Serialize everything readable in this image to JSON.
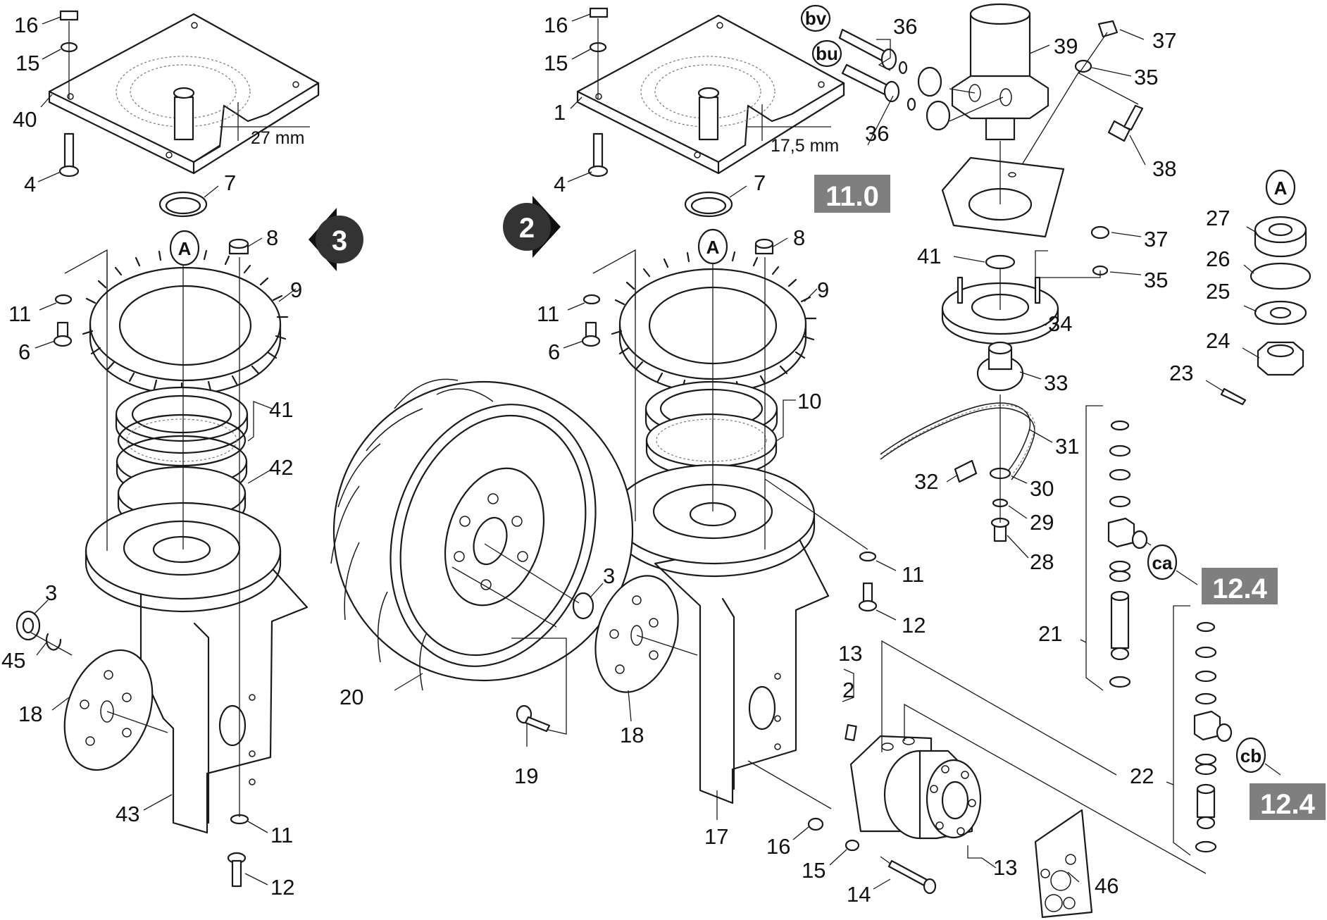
{
  "part_labels": [
    {
      "id": "p16a",
      "text": "16"
    },
    {
      "id": "p15a",
      "text": "15"
    },
    {
      "id": "p40",
      "text": "40"
    },
    {
      "id": "p4a",
      "text": "4"
    },
    {
      "id": "p7a",
      "text": "7"
    },
    {
      "id": "p8a",
      "text": "8"
    },
    {
      "id": "p9a",
      "text": "9"
    },
    {
      "id": "p11a",
      "text": "11"
    },
    {
      "id": "p6a",
      "text": "6"
    },
    {
      "id": "p41a",
      "text": "41"
    },
    {
      "id": "p42",
      "text": "42"
    },
    {
      "id": "p3a",
      "text": "3"
    },
    {
      "id": "p45",
      "text": "45"
    },
    {
      "id": "p18a",
      "text": "18"
    },
    {
      "id": "p43",
      "text": "43"
    },
    {
      "id": "p11b",
      "text": "11"
    },
    {
      "id": "p12a",
      "text": "12"
    },
    {
      "id": "p16b",
      "text": "16"
    },
    {
      "id": "p15b",
      "text": "15"
    },
    {
      "id": "p1",
      "text": "1"
    },
    {
      "id": "p4b",
      "text": "4"
    },
    {
      "id": "p7b",
      "text": "7"
    },
    {
      "id": "p8b",
      "text": "8"
    },
    {
      "id": "p9b",
      "text": "9"
    },
    {
      "id": "p11c",
      "text": "11"
    },
    {
      "id": "p6b",
      "text": "6"
    },
    {
      "id": "p10",
      "text": "10"
    },
    {
      "id": "p20",
      "text": "20"
    },
    {
      "id": "p3b",
      "text": "3"
    },
    {
      "id": "p18b",
      "text": "18"
    },
    {
      "id": "p19",
      "text": "19"
    },
    {
      "id": "p17",
      "text": "17"
    },
    {
      "id": "p11d",
      "text": "11"
    },
    {
      "id": "p12b",
      "text": "12"
    },
    {
      "id": "p13a",
      "text": "13"
    },
    {
      "id": "p2",
      "text": "2"
    },
    {
      "id": "p16c",
      "text": "16"
    },
    {
      "id": "p15c",
      "text": "15"
    },
    {
      "id": "p14",
      "text": "14"
    },
    {
      "id": "p13b",
      "text": "13"
    },
    {
      "id": "p46",
      "text": "46"
    },
    {
      "id": "p36a",
      "text": "36"
    },
    {
      "id": "p36b",
      "text": "36"
    },
    {
      "id": "p39",
      "text": "39"
    },
    {
      "id": "p37a",
      "text": "37"
    },
    {
      "id": "p35a",
      "text": "35"
    },
    {
      "id": "p38",
      "text": "38"
    },
    {
      "id": "p41b",
      "text": "41"
    },
    {
      "id": "p37b",
      "text": "37"
    },
    {
      "id": "p35b",
      "text": "35"
    },
    {
      "id": "p34",
      "text": "34"
    },
    {
      "id": "p33",
      "text": "33"
    },
    {
      "id": "p31",
      "text": "31"
    },
    {
      "id": "p32",
      "text": "32"
    },
    {
      "id": "p30",
      "text": "30"
    },
    {
      "id": "p29",
      "text": "29"
    },
    {
      "id": "p28",
      "text": "28"
    },
    {
      "id": "p21",
      "text": "21"
    },
    {
      "id": "p22",
      "text": "22"
    },
    {
      "id": "p27",
      "text": "27"
    },
    {
      "id": "p26",
      "text": "26"
    },
    {
      "id": "p25",
      "text": "25"
    },
    {
      "id": "p24",
      "text": "24"
    },
    {
      "id": "p23",
      "text": "23"
    }
  ],
  "dimensions": {
    "left": "27 mm",
    "right": "17,5 mm"
  },
  "reference_boxes": {
    "r110": "11.0",
    "r124a": "12.4",
    "r124b": "12.4"
  },
  "circle_markers": {
    "a1": "A",
    "a2": "A",
    "a3": "A",
    "bv": "bv",
    "bu": "bu",
    "ca": "ca",
    "cb": "cb"
  },
  "nav_markers": {
    "left": "3",
    "right": "2"
  }
}
